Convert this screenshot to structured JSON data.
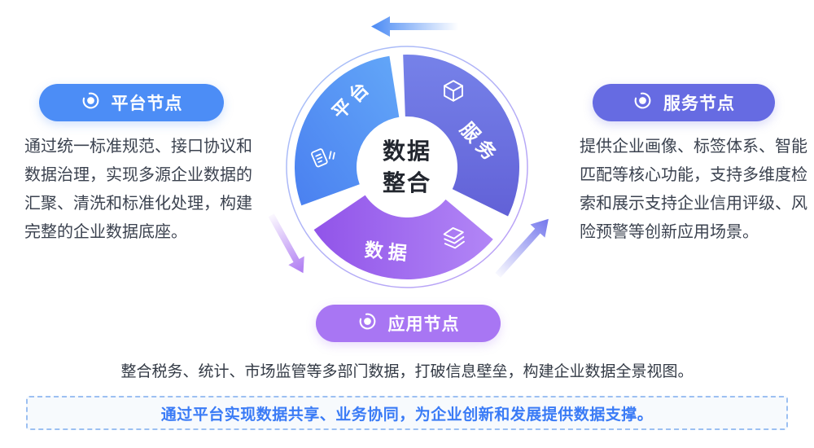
{
  "diagram": {
    "center": {
      "line1": "数据",
      "line2": "整合"
    },
    "donut": {
      "type": "donut",
      "outer_radius": 138,
      "inner_radius": 62,
      "ring_radius": 148,
      "segments": [
        {
          "id": "platform",
          "label": "平台",
          "icon": "document-icon",
          "start_angle": 99,
          "end_angle": 200,
          "color_from": "#63a7f8",
          "color_to": "#4a80f0",
          "grad": [
            1,
            0,
            0,
            1
          ]
        },
        {
          "id": "data",
          "label": "数据",
          "icon": "layers-icon",
          "start_angle": 214,
          "end_angle": 320,
          "color_from": "#b286f6",
          "color_to": "#9154e9",
          "grad": [
            1,
            0,
            0,
            0
          ]
        },
        {
          "id": "service",
          "label": "服务",
          "icon": "cube-icon",
          "start_angle": 334,
          "end_angle": 452,
          "color_from": "#7682e9",
          "color_to": "#6261d7",
          "grad": [
            0,
            0,
            0,
            1
          ]
        }
      ]
    },
    "arrows": [
      {
        "name": "top",
        "direction": "left",
        "color": "#4a8af4"
      },
      {
        "name": "bottom-left",
        "direction": "down",
        "color": "#ae7af2"
      },
      {
        "name": "bottom-right",
        "direction": "up-right",
        "color": "#7477ec"
      }
    ]
  },
  "nodes": {
    "platform": {
      "title": "平台节点",
      "color": "#4c8df6",
      "description_lines": [
        "通过统一标准规范、接口协议和",
        "数据治理，实现多源企业数据的",
        "汇聚、清洗和标准化处理，构建",
        "完整的企业数据底座。"
      ]
    },
    "service": {
      "title": "服务节点",
      "color": "#666be2",
      "description_lines": [
        "提供企业画像、标签体系、智能",
        "匹配等核心功能，支持多维度检",
        "索和展示支持企业信用评级、风",
        "险预警等创新应用场景。"
      ]
    },
    "application": {
      "title": "应用节点",
      "color": "#a876f3",
      "description": "整合税务、统计、市场监管等多部门数据，打破信息壁垒，构建企业数据全景视图。"
    }
  },
  "footer": {
    "banner_text": "通过平台实现数据共享、业务协同，为企业创新和发展提供数据支撑。",
    "accent_color": "#3a7bf6"
  }
}
